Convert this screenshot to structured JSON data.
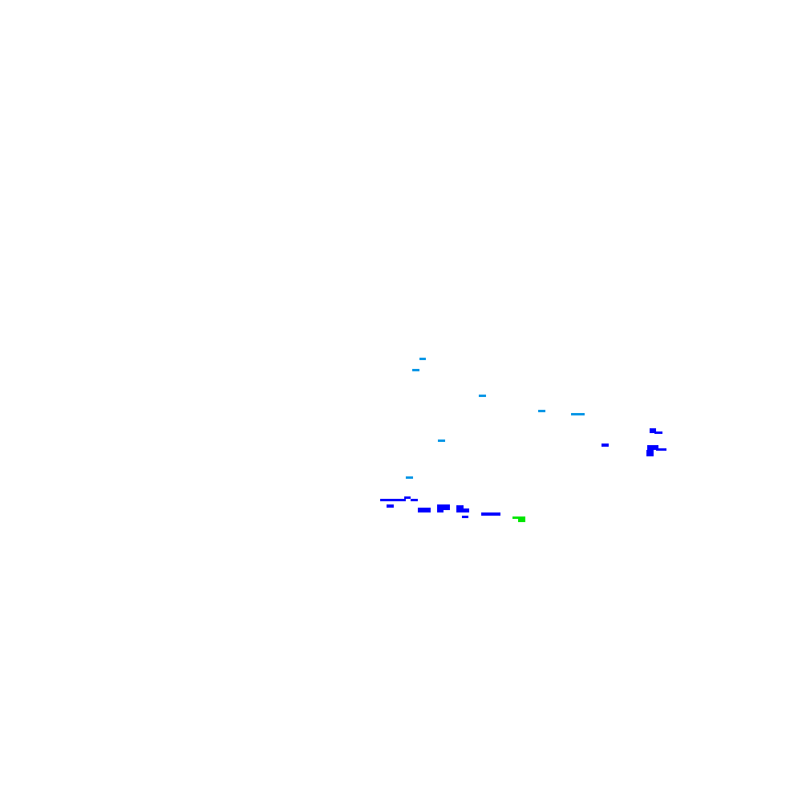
{
  "palette": {
    "background": "#ffffff",
    "cyan": "#0096e6",
    "blue": "#0000ff",
    "green": "#00e600"
  },
  "mark_groups": [
    {
      "name": "cyan-mark",
      "color_key": "cyan"
    },
    {
      "name": "blue-mark",
      "color_key": "blue"
    },
    {
      "name": "green-mark",
      "color_key": "green"
    }
  ]
}
